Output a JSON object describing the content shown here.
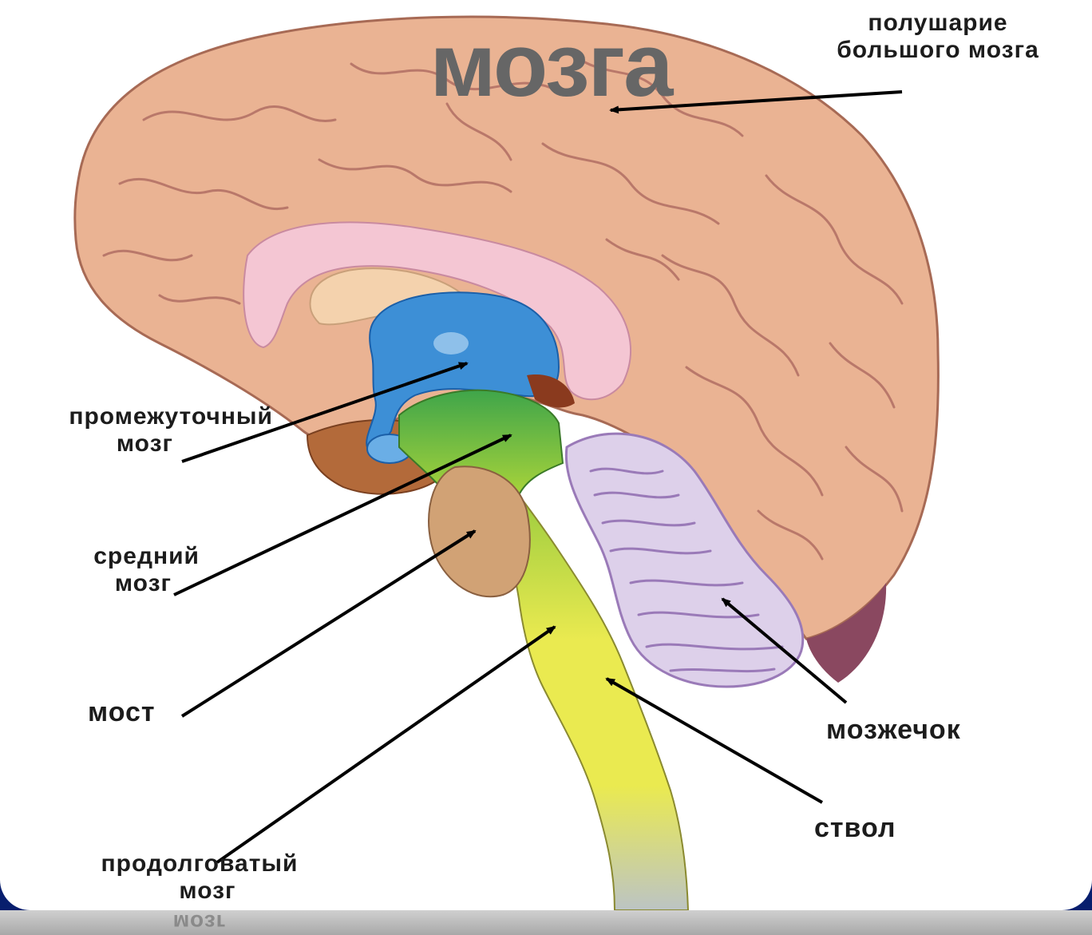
{
  "slide": {
    "title": "мозга",
    "mirror_caption": "мозг"
  },
  "labels": {
    "hemisphere": [
      "полушарие",
      "большого мозга"
    ],
    "diencephalon": [
      "промежуточный",
      "мозг"
    ],
    "midbrain": [
      "средний",
      "мозг"
    ],
    "pons": "мост",
    "cerebellum": "мозжечок",
    "stem": "ствол",
    "medulla": [
      "продолговатый",
      "мозг"
    ]
  },
  "colors": {
    "background": "#0c2c94",
    "cortex": "#eab393",
    "cortex_edge": "#a76a55",
    "corpus_callosum": "#f4c6d3",
    "thalamus": "#f4d2ad",
    "ventricle": "#3d8fd6",
    "midbrain": "#63b83c",
    "pons": "#d1a275",
    "stem": "#eaea50",
    "spinal": "#bcc4c4",
    "cerebellum": "#ddd0ea",
    "frontal_base": "#b36a3a",
    "occipital_base": "#8a4860",
    "arrow": "#000000"
  }
}
